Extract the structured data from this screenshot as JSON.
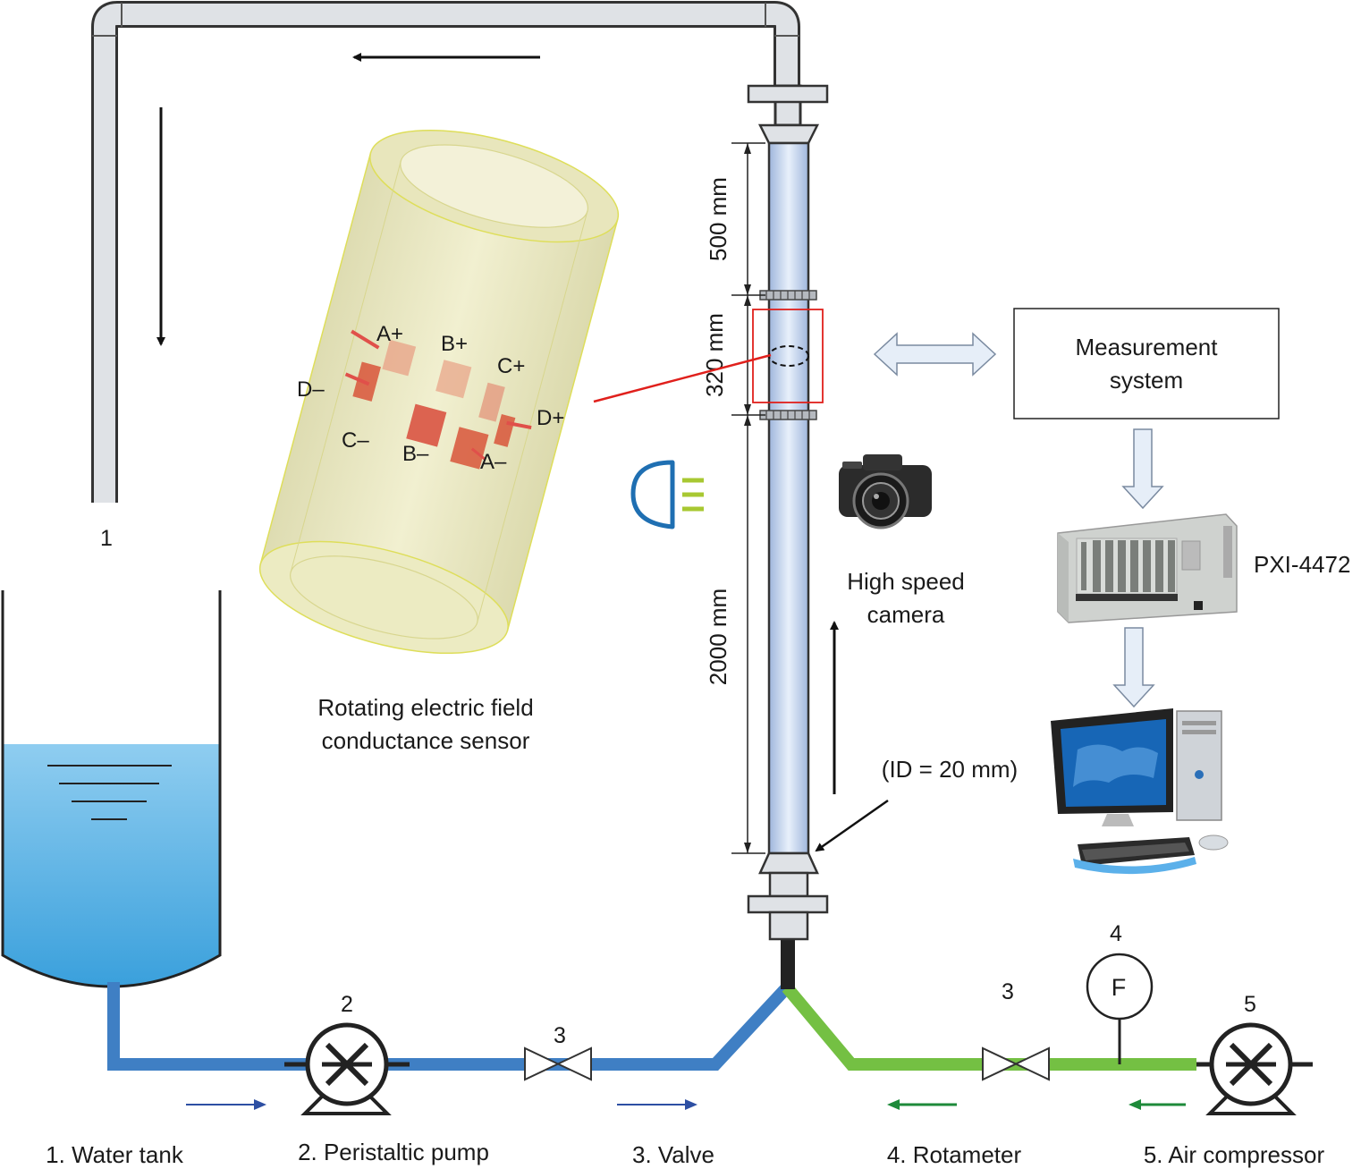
{
  "labels": {
    "return_pipe_number": "1",
    "pump_number": "2",
    "water_valve_number": "3",
    "air_valve_number": "3",
    "rotameter_number": "4",
    "rotameter_symbol": "F",
    "compressor_number": "5",
    "dim_top": "500 mm",
    "dim_mid": "320 mm",
    "dim_bottom": "2000 mm",
    "measurement_system_line1": "Measurement",
    "measurement_system_line2": "system",
    "pxi": "PXI-4472",
    "camera_line1": "High speed",
    "camera_line2": "camera",
    "inner_diameter": "(ID = 20 mm)",
    "sensor_line1": "Rotating electric field",
    "sensor_line2": "conductance sensor"
  },
  "electrodes": {
    "a_plus": "A+",
    "b_plus": "B+",
    "c_plus": "C+",
    "d_plus": "D+",
    "a_minus": "A–",
    "b_minus": "B–",
    "c_minus": "C–",
    "d_minus": "D–"
  },
  "legend": {
    "water_tank": "1. Water tank",
    "peristaltic_pump": "2. Peristaltic pump",
    "valve": "3. Valve",
    "rotameter": "4. Rotameter",
    "air_compressor": "5. Air compressor"
  },
  "colors": {
    "water_line": "#3f7fc4",
    "air_line": "#74c043",
    "mixed_line": "#222222",
    "sensor_marker": "#e0201c",
    "water_flow_arrow": "#2d4fa3",
    "air_flow_arrow": "#1e8a3a"
  }
}
